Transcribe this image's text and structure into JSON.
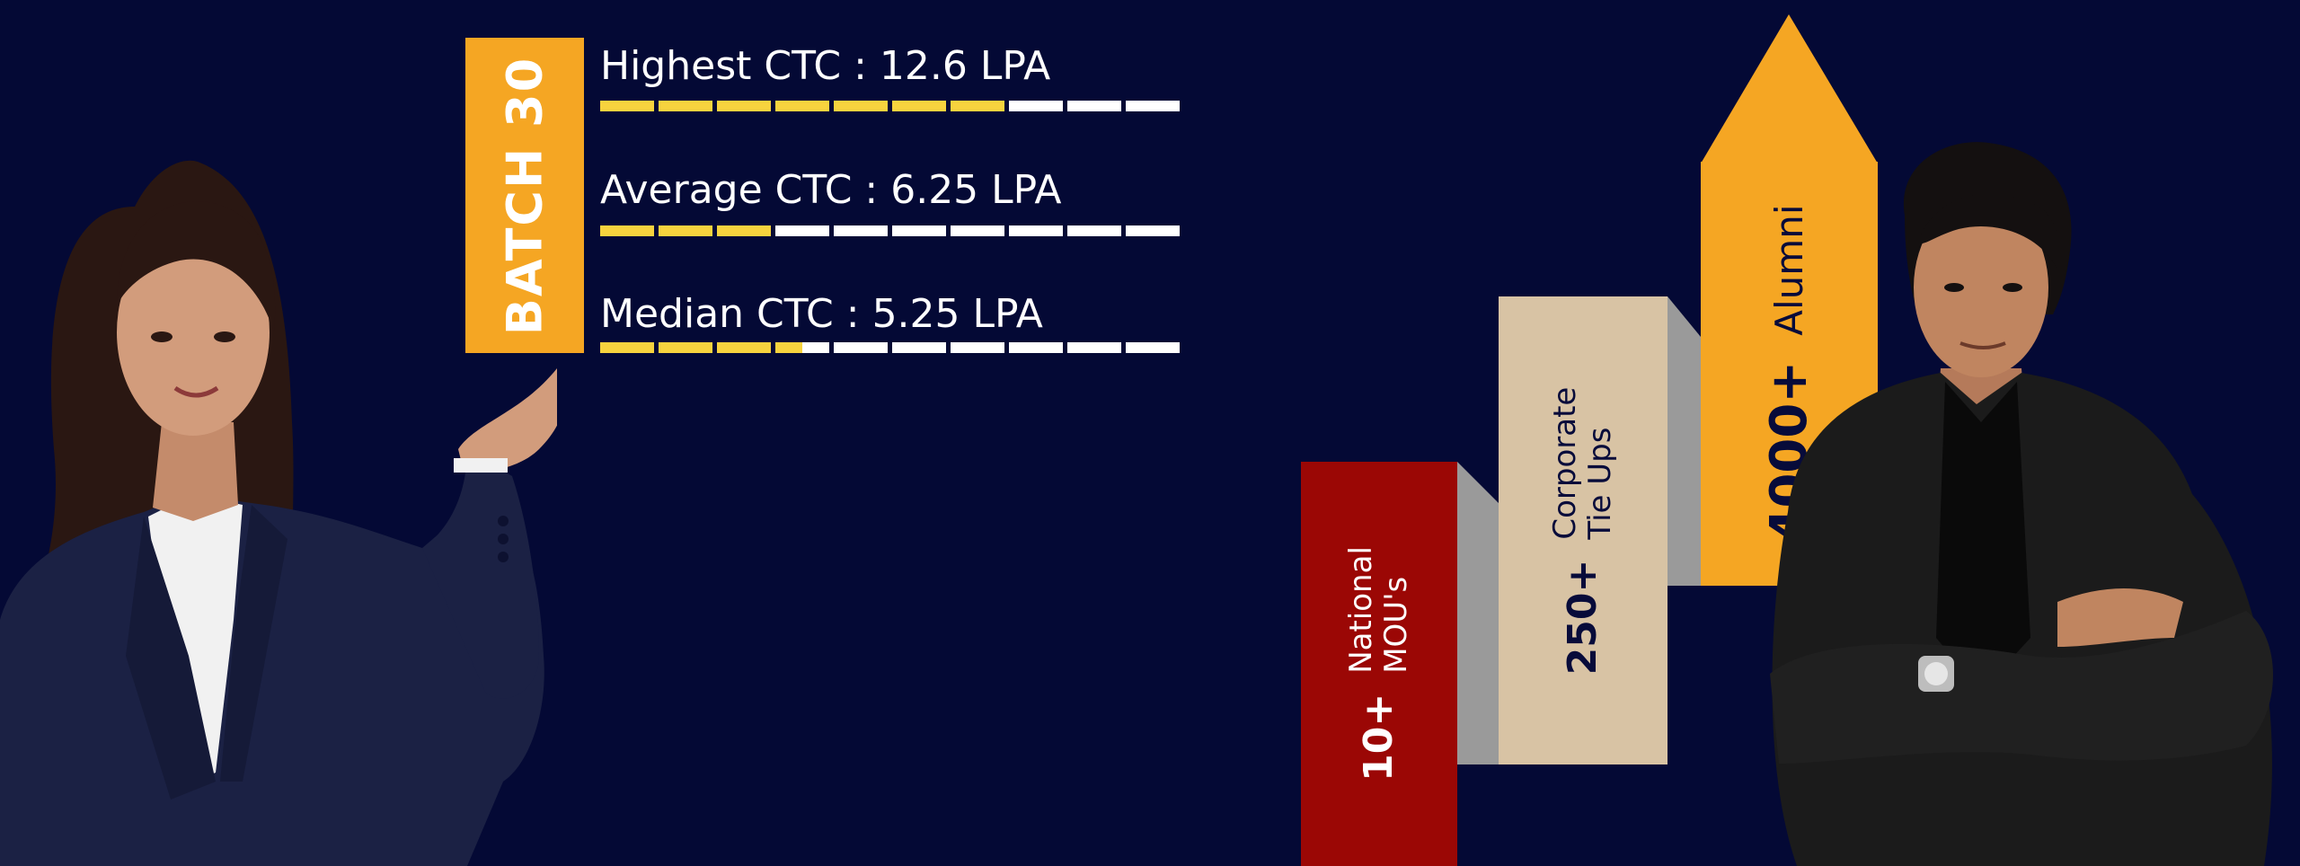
{
  "batch": {
    "label": "BATCH 30"
  },
  "stats": [
    {
      "title": "Highest CTC : 12.6 LPA",
      "progress": 0.7,
      "segments": 10
    },
    {
      "title": "Average CTC : 6.25 LPA",
      "progress": 0.3,
      "segments": 10
    },
    {
      "title": "Median CTC : 5.25 LPA",
      "progress": 0.35,
      "segments": 10
    }
  ],
  "steps": {
    "mou": {
      "count": "10+",
      "line1": "National",
      "line2": "MOU's"
    },
    "corporate": {
      "count": "250+",
      "line1": "Corporate",
      "line2": "Tie Ups"
    },
    "alumni": {
      "count": "4000+",
      "line1": "Alumni"
    }
  },
  "colors": {
    "background": "#040935",
    "accent_orange": "#F5A623",
    "bar_yellow": "#F7D33E",
    "bar_white": "#FFFFFF",
    "mou_red": "#9B0705",
    "corporate_beige": "#D8C3A4",
    "step_shadow": "#9A9A9A"
  }
}
